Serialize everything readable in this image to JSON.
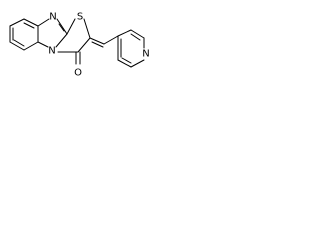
{
  "molecule": {
    "bond_color": "#000000",
    "atoms": {
      "n_imidazole": "N",
      "s_thiazole": "S",
      "n_bridgehead": "N",
      "o_carbonyl": "O",
      "n_pyridine": "N"
    }
  }
}
